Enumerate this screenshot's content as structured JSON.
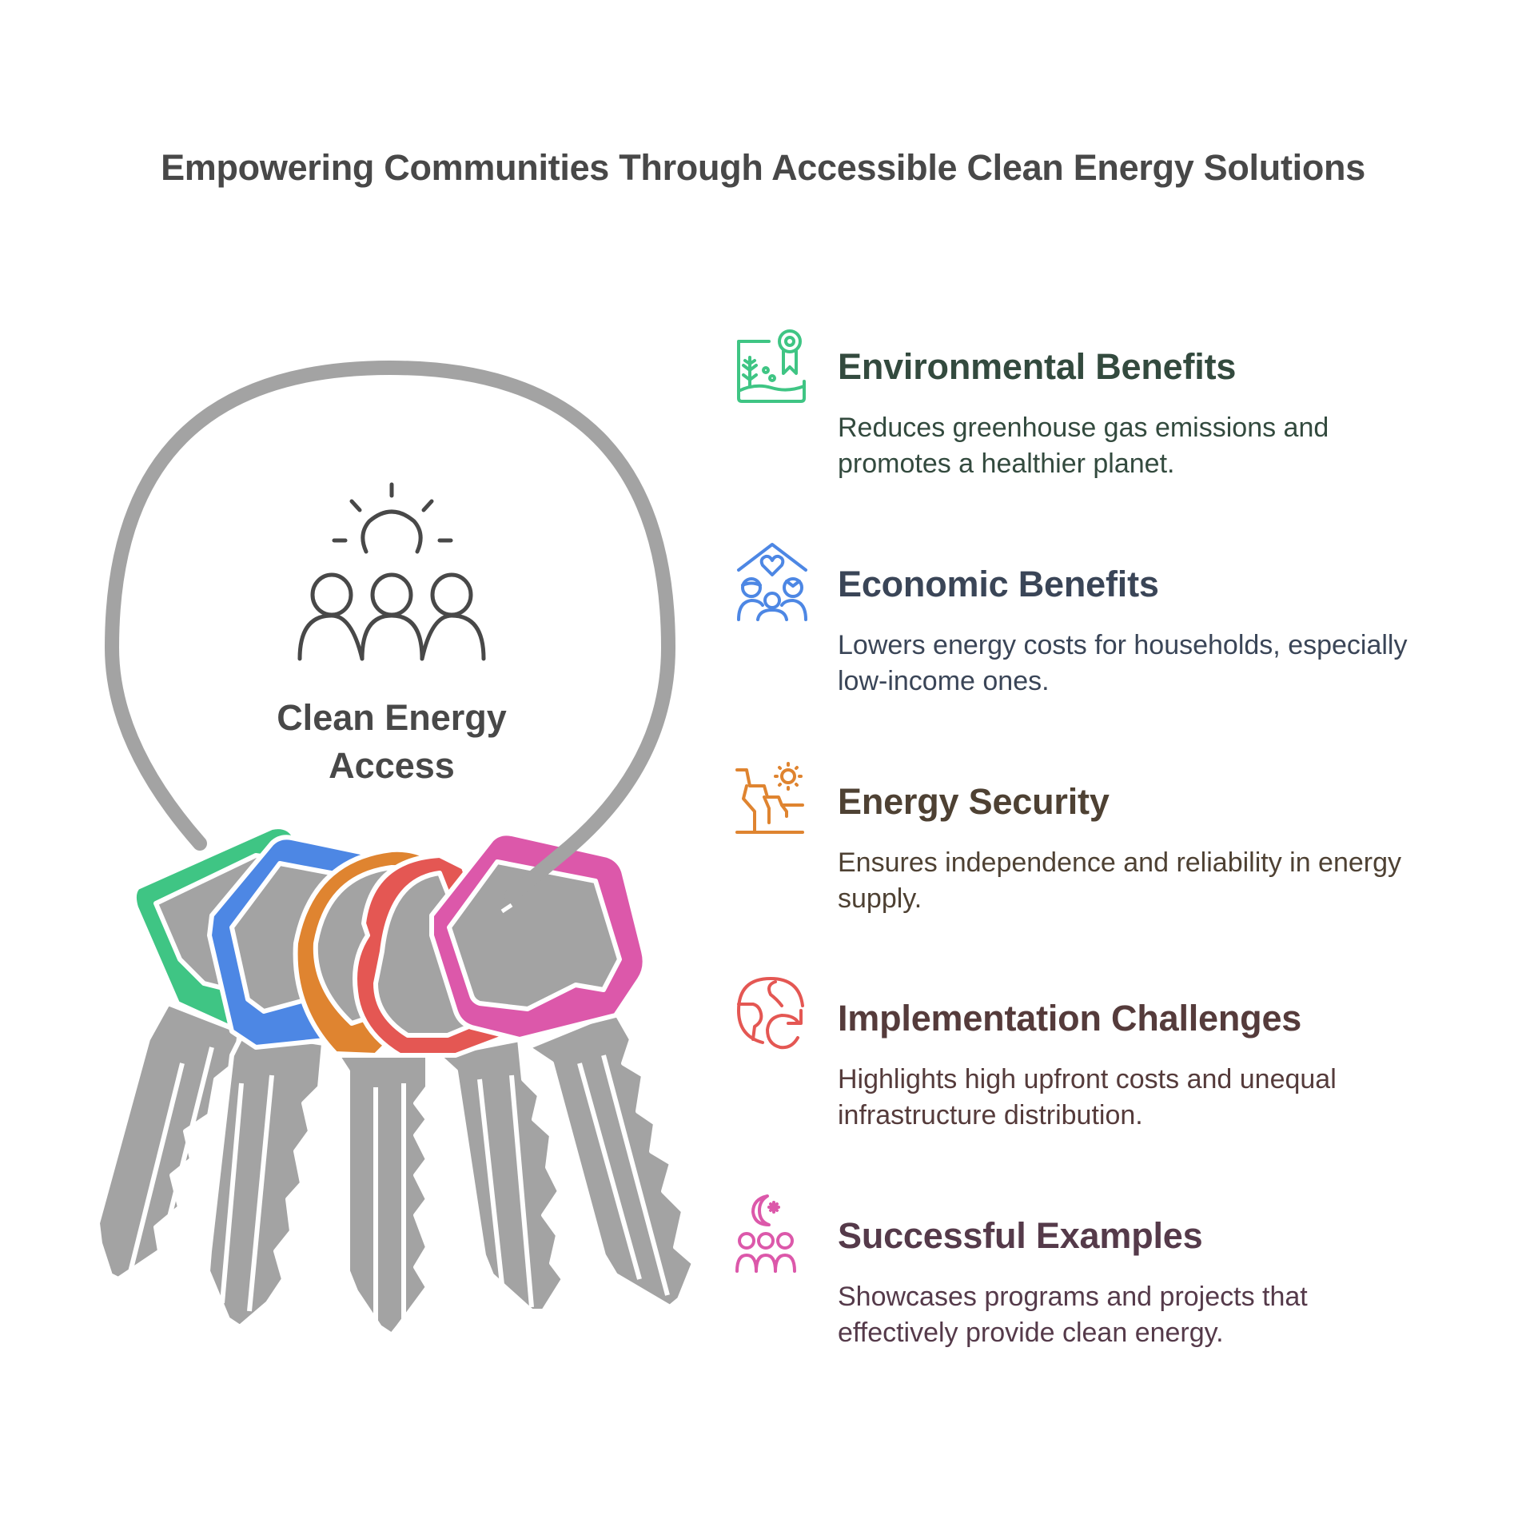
{
  "title": "Empowering Communities Through Accessible Clean Energy Solutions",
  "hub": {
    "label": "Clean Energy Access",
    "icon": "sun-over-community-icon",
    "ring_color": "#a3a3a3",
    "text_color": "#484848"
  },
  "keys": [
    {
      "name": "green-key",
      "color": "#3fc584"
    },
    {
      "name": "blue-key",
      "color": "#4d87e4"
    },
    {
      "name": "orange-key",
      "color": "#df8430"
    },
    {
      "name": "red-key",
      "color": "#e45753"
    },
    {
      "name": "pink-key",
      "color": "#dc58aa"
    }
  ],
  "items": [
    {
      "heading": "Environmental Benefits",
      "description": "Reduces greenhouse gas emissions and promotes a healthier planet.",
      "icon": "landscape-award-icon",
      "icon_color": "#3fc584",
      "text_color": "#334a3e"
    },
    {
      "heading": "Economic Benefits",
      "description": "Lowers energy costs for households, especially low-income ones.",
      "icon": "family-home-icon",
      "icon_color": "#4d87e4",
      "text_color": "#3a4557"
    },
    {
      "heading": "Energy Security",
      "description": "Ensures independence and reliability in energy supply.",
      "icon": "cliff-sun-icon",
      "icon_color": "#df8430",
      "text_color": "#4e4133"
    },
    {
      "heading": "Implementation Challenges",
      "description": "Highlights high upfront costs and unequal infrastructure distribution.",
      "icon": "globe-refresh-icon",
      "icon_color": "#e45753",
      "text_color": "#553b3b"
    },
    {
      "heading": "Successful Examples",
      "description": "Showcases programs and projects that effectively provide clean energy.",
      "icon": "community-night-icon",
      "icon_color": "#dc58aa",
      "text_color": "#553a4a"
    }
  ]
}
